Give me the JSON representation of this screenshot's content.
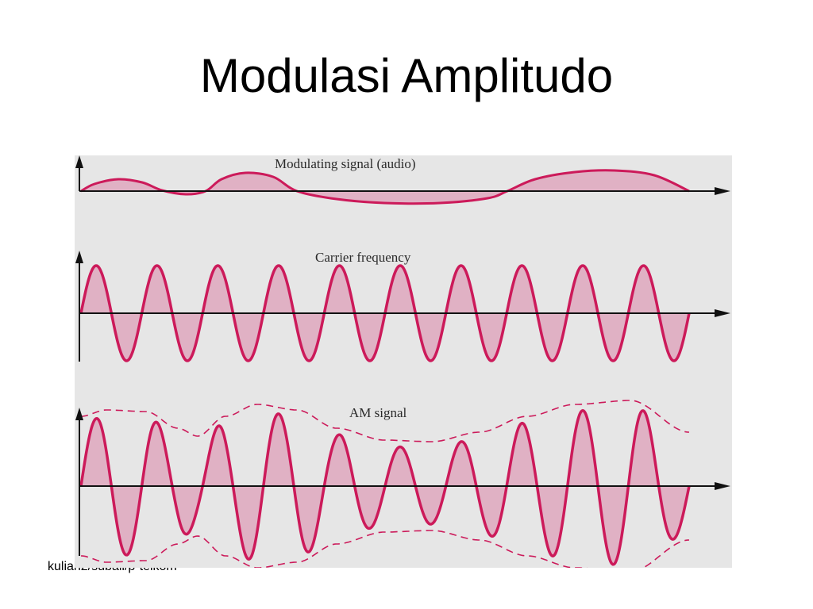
{
  "slide": {
    "title": "Modulasi Amplitudo",
    "footer": "kuliah2/subali/p-telkom"
  },
  "figure": {
    "panels": [
      {
        "id": "modulating",
        "label": "Modulating signal (audio)"
      },
      {
        "id": "carrier",
        "label": "Carrier frequency"
      },
      {
        "id": "am",
        "label": "AM signal"
      }
    ],
    "colors": {
      "background": "#e6e6e6",
      "wave": "#cc1a5a",
      "fill": "#e0b1c4",
      "axis": "#111111"
    }
  }
}
